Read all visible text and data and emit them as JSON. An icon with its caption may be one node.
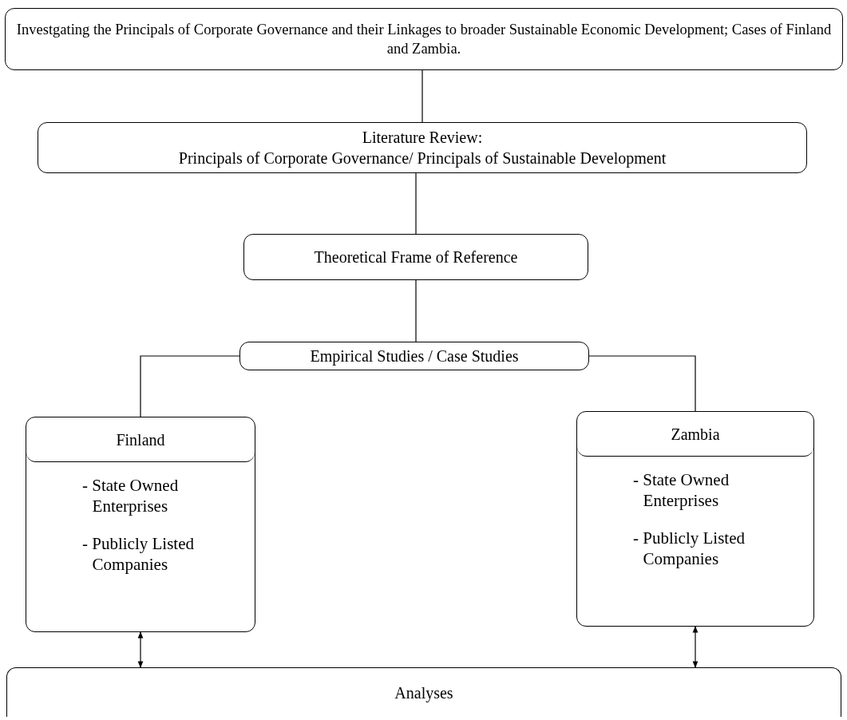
{
  "diagram": {
    "nodes": [
      {
        "text": [
          "Investgating the Principals of Corporate Governance and their Linkages to broader Sustainable Economic Development; Cases of Finland and Zambia."
        ]
      },
      {
        "text": [
          "Literature Review:",
          "Principals of Corporate Governance/ Principals of Sustainable Development"
        ]
      },
      {
        "text": [
          "Theoretical Frame of Reference"
        ]
      },
      {
        "text": [
          "Empirical Studies / Case Studies"
        ]
      },
      {
        "text": [
          "Finland",
          "- State Owned Enterprises",
          "- Publicly Listed Companies"
        ]
      },
      {
        "text": [
          "Zambia",
          "- State Owned Enterprises",
          "- Publicly Listed Companies"
        ]
      },
      {
        "text": [
          "Analyses"
        ]
      }
    ],
    "edges": [
      {
        "from": 0,
        "to": 1,
        "arrow": "none"
      },
      {
        "from": 1,
        "to": 2,
        "arrow": "none"
      },
      {
        "from": 2,
        "to": 3,
        "arrow": "none"
      },
      {
        "from": 3,
        "to": 4,
        "arrow": "none"
      },
      {
        "from": 3,
        "to": 5,
        "arrow": "none"
      },
      {
        "from": 4,
        "to": 6,
        "arrow": "both"
      },
      {
        "from": 5,
        "to": 6,
        "arrow": "both"
      }
    ]
  }
}
